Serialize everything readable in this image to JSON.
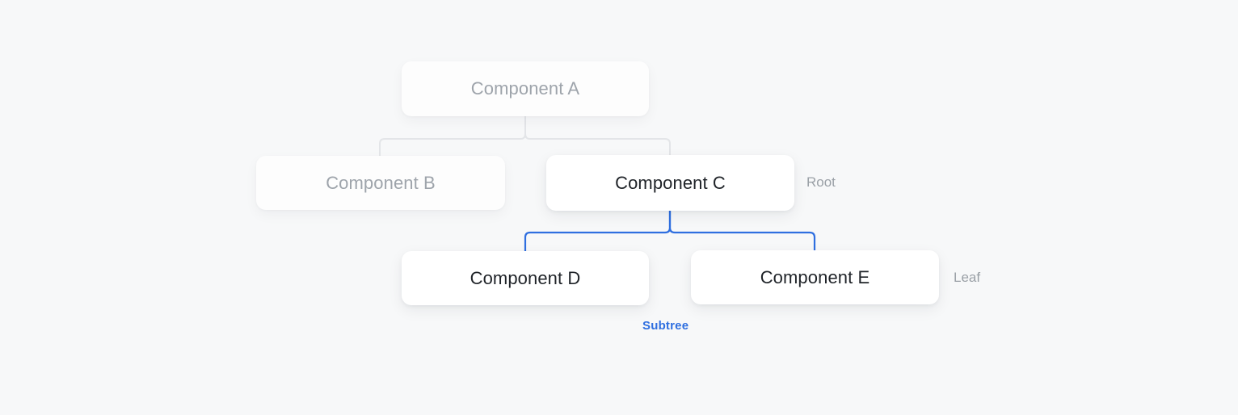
{
  "canvas": {
    "background": "#f7f8f9",
    "accent": "#2f6fe0",
    "muted_text": "#9aa0a6",
    "active_text": "#1f2328",
    "edge_muted": "#e3e5e8"
  },
  "nodes": [
    {
      "id": "a",
      "label": "Component A",
      "state": "dim",
      "level": 0
    },
    {
      "id": "b",
      "label": "Component B",
      "state": "dim",
      "level": 1
    },
    {
      "id": "c",
      "label": "Component C",
      "state": "active",
      "level": 1
    },
    {
      "id": "d",
      "label": "Component D",
      "state": "active",
      "level": 2
    },
    {
      "id": "e",
      "label": "Component E",
      "state": "active",
      "level": 2
    }
  ],
  "annotations": {
    "root": "Root",
    "leaf": "Leaf",
    "subtree": "Subtree"
  }
}
